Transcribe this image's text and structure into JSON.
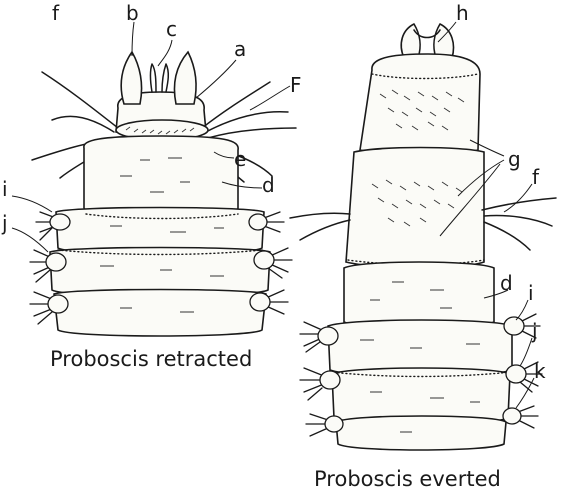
{
  "figure": {
    "left": {
      "caption": "Proboscis retracted",
      "labels": {
        "a": "a",
        "b": "b",
        "c": "c",
        "d": "d",
        "e": "e",
        "f_top": "f",
        "f_right": "F",
        "i": "i",
        "j": "j"
      }
    },
    "right": {
      "caption": "Proboscis everted",
      "labels": {
        "h": "h",
        "g": "g",
        "f": "f",
        "d": "d",
        "i": "i",
        "j": "j",
        "k": "k"
      }
    }
  }
}
